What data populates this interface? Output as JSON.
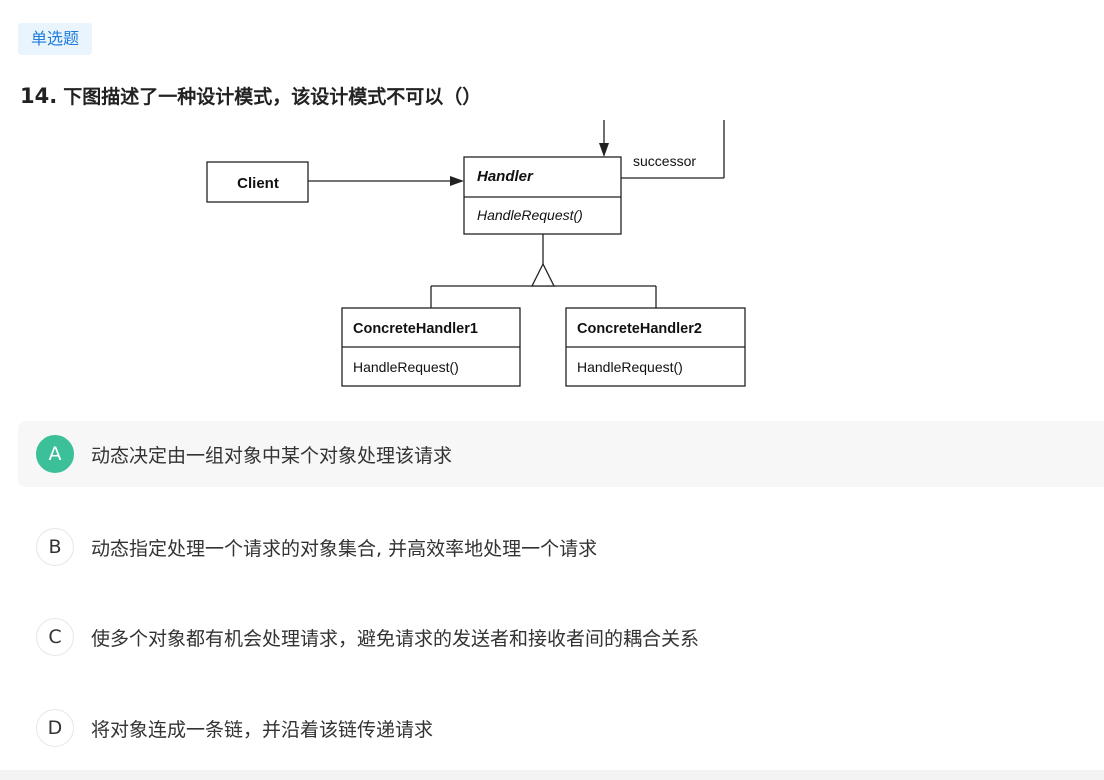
{
  "question": {
    "type_tag": "单选题",
    "number": "14.",
    "text": "下图描述了一种设计模式，该设计模式不可以（）"
  },
  "diagram": {
    "client": "Client",
    "handler": "Handler",
    "handler_method": "HandleRequest()",
    "successor": "successor",
    "concrete1": "ConcreteHandler1",
    "concrete1_method": "HandleRequest()",
    "concrete2": "ConcreteHandler2",
    "concrete2_method": "HandleRequest()"
  },
  "options": [
    {
      "letter": "A",
      "text": "动态决定由一组对象中某个对象处理该请求",
      "selected": true
    },
    {
      "letter": "B",
      "text": "动态指定处理一个请求的对象集合, 并高效率地处理一个请求",
      "selected": false
    },
    {
      "letter": "C",
      "text": "使多个对象都有机会处理请求，避免请求的发送者和接收者间的耦合关系",
      "selected": false
    },
    {
      "letter": "D",
      "text": "将对象连成一条链，并沿着该链传递请求",
      "selected": false
    }
  ],
  "colors": {
    "tag_text": "#1f7cde",
    "tag_bg": "#e9f4fd",
    "selected_circle": "#3cc09a"
  }
}
